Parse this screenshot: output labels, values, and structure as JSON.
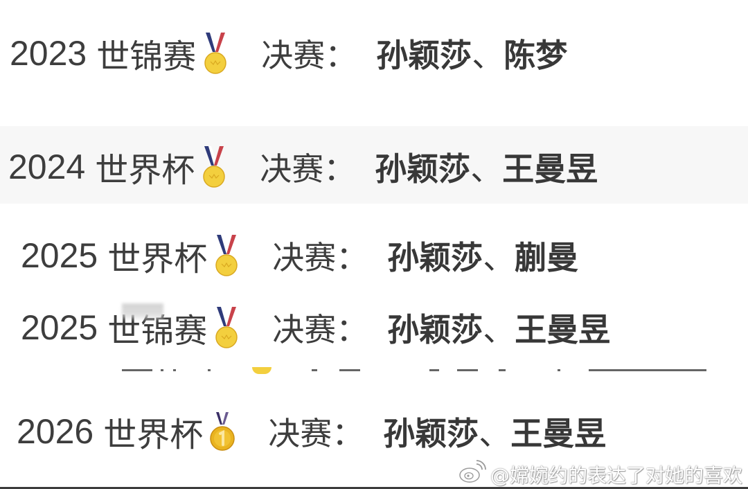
{
  "rows": [
    {
      "year": "2023",
      "event": "世锦赛",
      "medal_icon": "sports-medal-icon",
      "final_label": "决赛：",
      "player1": "孙颖莎",
      "separator": "、",
      "player2": "陈梦"
    },
    {
      "year": "2024",
      "event": "世界杯",
      "medal_icon": "sports-medal-icon",
      "final_label": "决赛：",
      "player1": "孙颖莎",
      "separator": "、",
      "player2": "王曼昱"
    },
    {
      "year": "2025",
      "event": "世界杯",
      "medal_icon": "sports-medal-icon",
      "final_label": "决赛：",
      "player1": "孙颖莎",
      "separator": "、",
      "player2": "蒯曼"
    },
    {
      "year": "2025",
      "event": "世锦赛",
      "medal_icon": "sports-medal-icon",
      "final_label": "决赛：",
      "player1": "孙颖莎",
      "separator": "、",
      "player2": "王曼昱"
    },
    {
      "year": "2026",
      "event": "世界杯",
      "medal_icon": "first-place-medal-icon",
      "final_label": "决赛：",
      "player1": "孙颖莎",
      "separator": "、",
      "player2": "王曼昱"
    }
  ],
  "watermark": {
    "icon": "weibo-logo-icon",
    "text": "@嫦婉约的表达了对她的喜欢"
  },
  "colors": {
    "text": "#3d3d3d",
    "strip_gray": "#f7f7f7",
    "medal_gold": "#f3cf3e",
    "ribbon_blue": "#2f3b7a",
    "ribbon_red": "#c8424a",
    "bottom_border": "#3c3c3c"
  }
}
